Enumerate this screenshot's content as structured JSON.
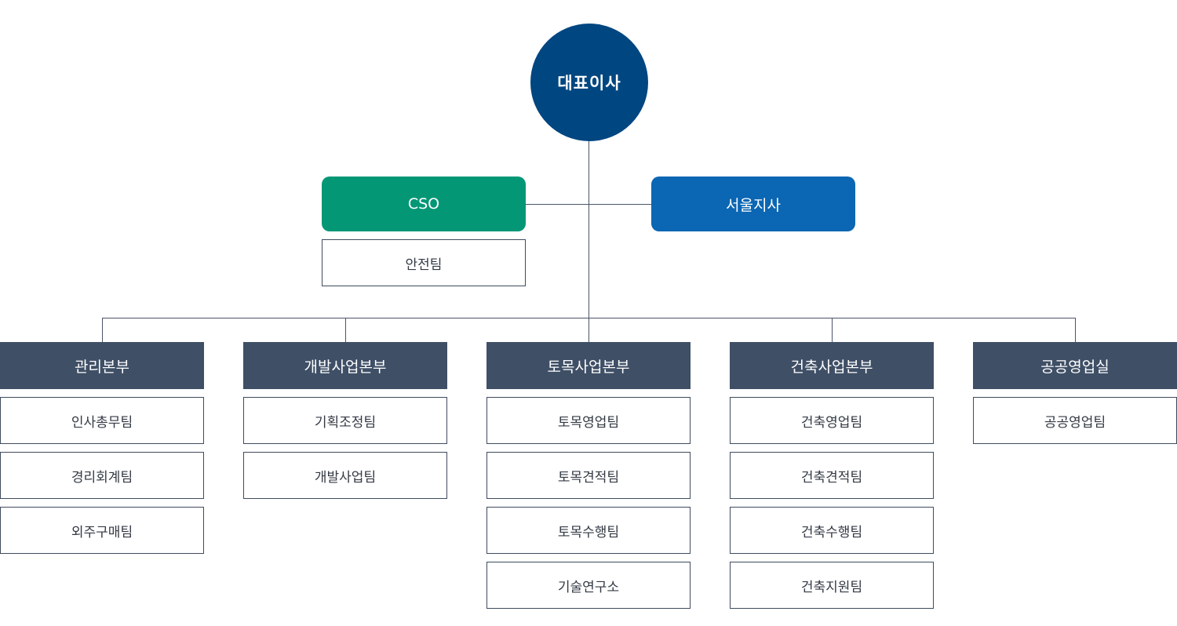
{
  "ceo": {
    "label": "대표이사"
  },
  "cso": {
    "label": "CSO",
    "sub_team": "안전팀"
  },
  "branch": {
    "label": "서울지사"
  },
  "divisions": [
    {
      "name": "관리본부",
      "teams": [
        "인사총무팀",
        "경리회계팀",
        "외주구매팀"
      ]
    },
    {
      "name": "개발사업본부",
      "teams": [
        "기획조정팀",
        "개발사업팀"
      ]
    },
    {
      "name": "토목사업본부",
      "teams": [
        "토목영업팀",
        "토목견적팀",
        "토목수행팀",
        "기술연구소"
      ]
    },
    {
      "name": "건축사업본부",
      "teams": [
        "건축영업팀",
        "건축견적팀",
        "건축수행팀",
        "건축지원팀"
      ]
    },
    {
      "name": "공공영업실",
      "teams": [
        "공공영업팀"
      ]
    }
  ],
  "colors": {
    "ceo": "#004680",
    "cso": "#049776",
    "branch": "#0b66b3",
    "division_header": "#3f4f66",
    "connector": "#4a5568"
  }
}
